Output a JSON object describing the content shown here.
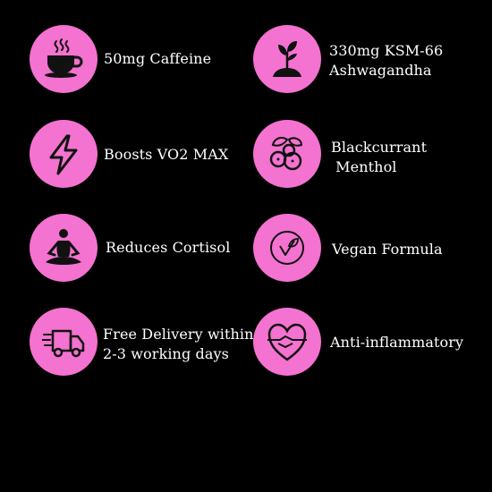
{
  "colors": {
    "background": "#000000",
    "circle": "#f472d0",
    "icon": "#111111",
    "text": "#ffffff"
  },
  "features": [
    {
      "label": "50mg Caffeine",
      "icon": "coffee-cup-icon"
    },
    {
      "label": "330mg KSM-66\nAshwagandha",
      "icon": "sprout-icon"
    },
    {
      "label": "Boosts VO2 MAX",
      "icon": "lightning-bolt-icon"
    },
    {
      "label": "Blackcurrant\n Menthol",
      "icon": "berries-icon"
    },
    {
      "label": "Reduces Cortisol",
      "icon": "meditation-icon"
    },
    {
      "label": "Vegan Formula",
      "icon": "vegan-leaf-icon"
    },
    {
      "label": "Free Delivery within\n2-3 working days",
      "icon": "delivery-truck-icon"
    },
    {
      "label": "Anti-inflammatory",
      "icon": "heart-handshake-icon"
    }
  ]
}
